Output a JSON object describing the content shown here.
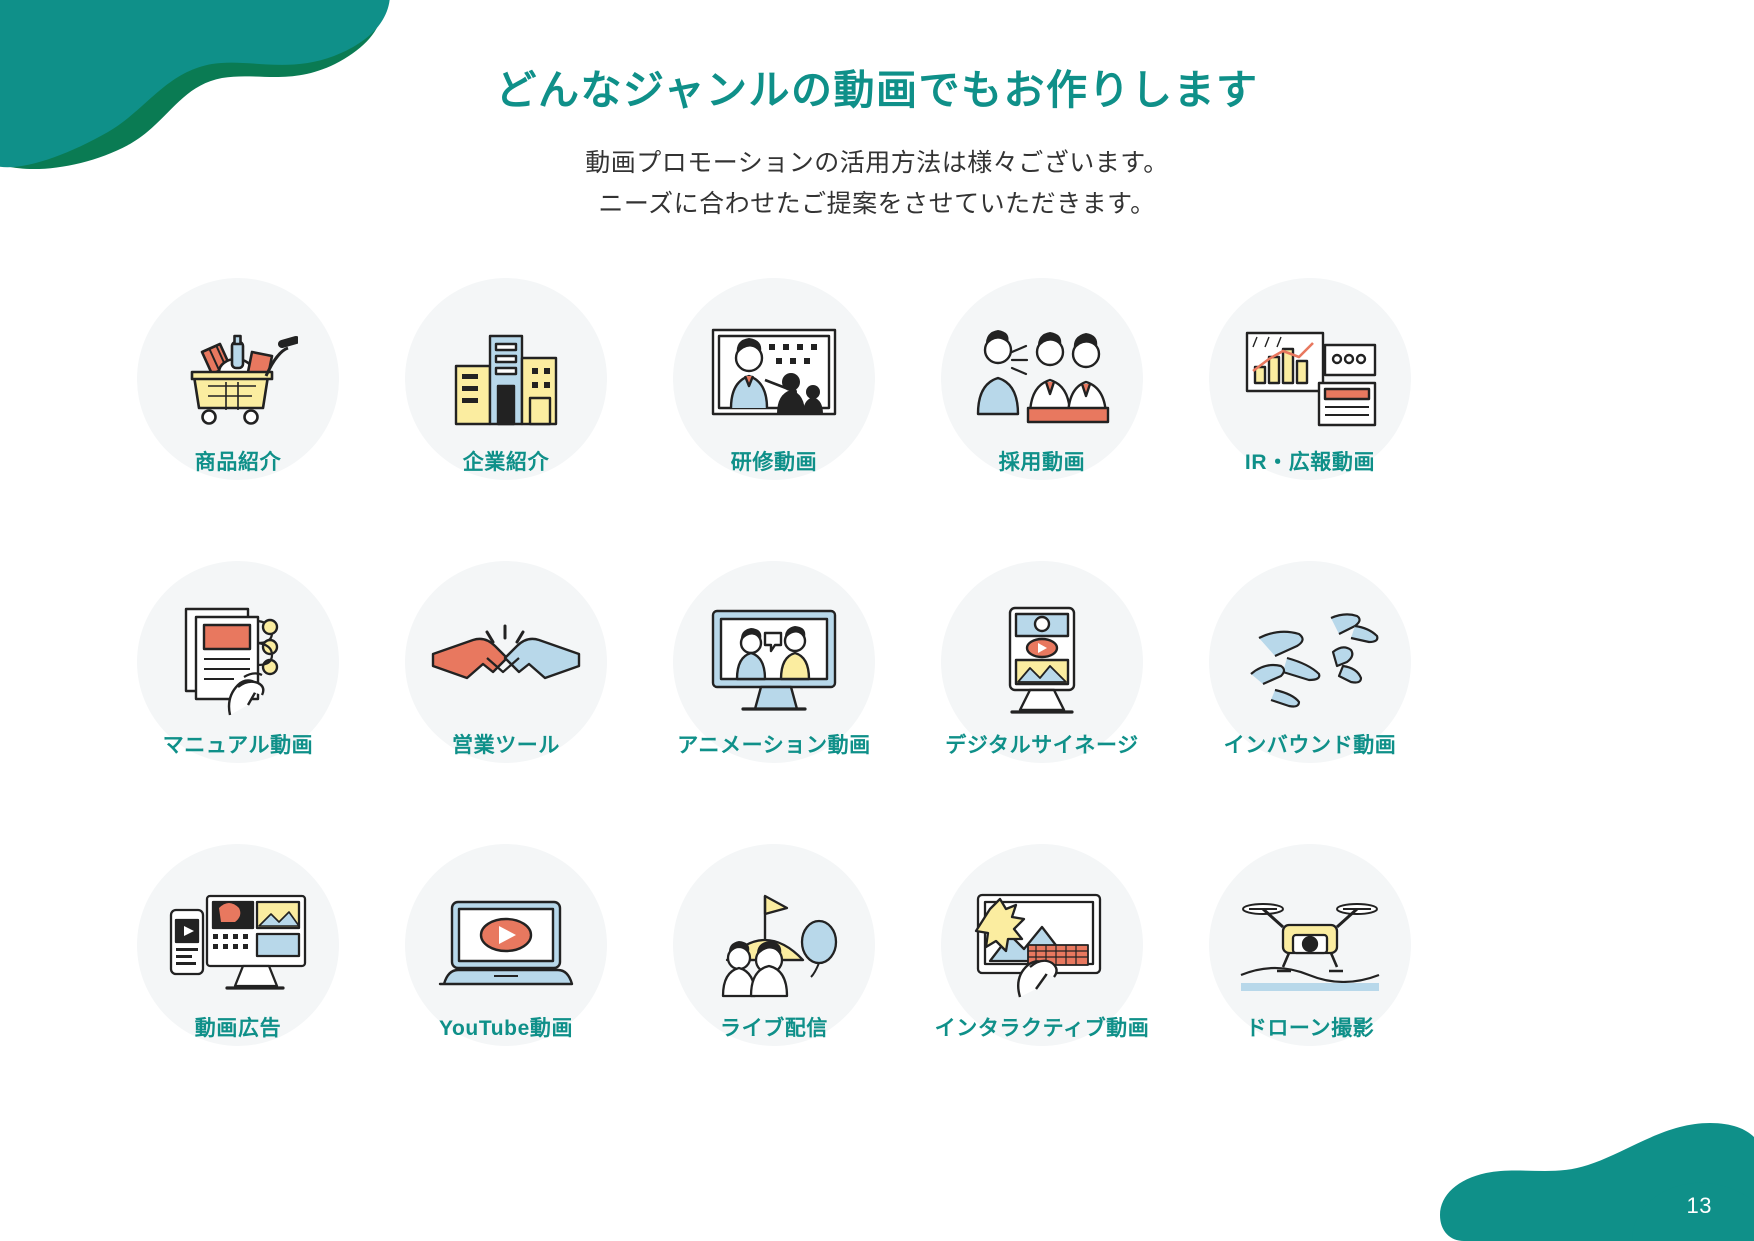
{
  "header": {
    "title": "どんなジャンルの動画でもお作りします",
    "subtitle_line1": "動画プロモーションの活用方法は様々ございます。",
    "subtitle_line2": "ニーズに合わせたご提案をさせていただきます。"
  },
  "colors": {
    "teal": "#0f9089",
    "dark_green": "#0a7b53",
    "disc_bg": "#f4f6f7",
    "body_text": "#333333",
    "icon_yellow": "#fbeda0",
    "icon_blue": "#b8d8ea",
    "icon_red": "#e8785f",
    "icon_ink": "#222222"
  },
  "page_number": "13",
  "items": [
    {
      "label": "商品紹介",
      "icon": "shopping-cart-icon"
    },
    {
      "label": "企業紹介",
      "icon": "office-building-icon"
    },
    {
      "label": "研修動画",
      "icon": "training-presentation-icon"
    },
    {
      "label": "採用動画",
      "icon": "recruiting-people-icon"
    },
    {
      "label": "IR・広報動画",
      "icon": "ir-chart-report-icon"
    },
    {
      "label": "マニュアル動画",
      "icon": "manual-document-hand-icon"
    },
    {
      "label": "営業ツール",
      "icon": "handshake-icon"
    },
    {
      "label": "アニメーション動画",
      "icon": "monitor-animation-icon"
    },
    {
      "label": "デジタルサイネージ",
      "icon": "digital-signage-icon"
    },
    {
      "label": "インバウンド動画",
      "icon": "airplane-japan-map-icon"
    },
    {
      "label": "動画広告",
      "icon": "video-ads-devices-icon"
    },
    {
      "label": "YouTube動画",
      "icon": "laptop-play-button-icon"
    },
    {
      "label": "ライブ配信",
      "icon": "live-streaming-event-icon"
    },
    {
      "label": "インタラクティブ動画",
      "icon": "interactive-tablet-touch-icon"
    },
    {
      "label": "ドローン撮影",
      "icon": "drone-camera-icon"
    }
  ]
}
